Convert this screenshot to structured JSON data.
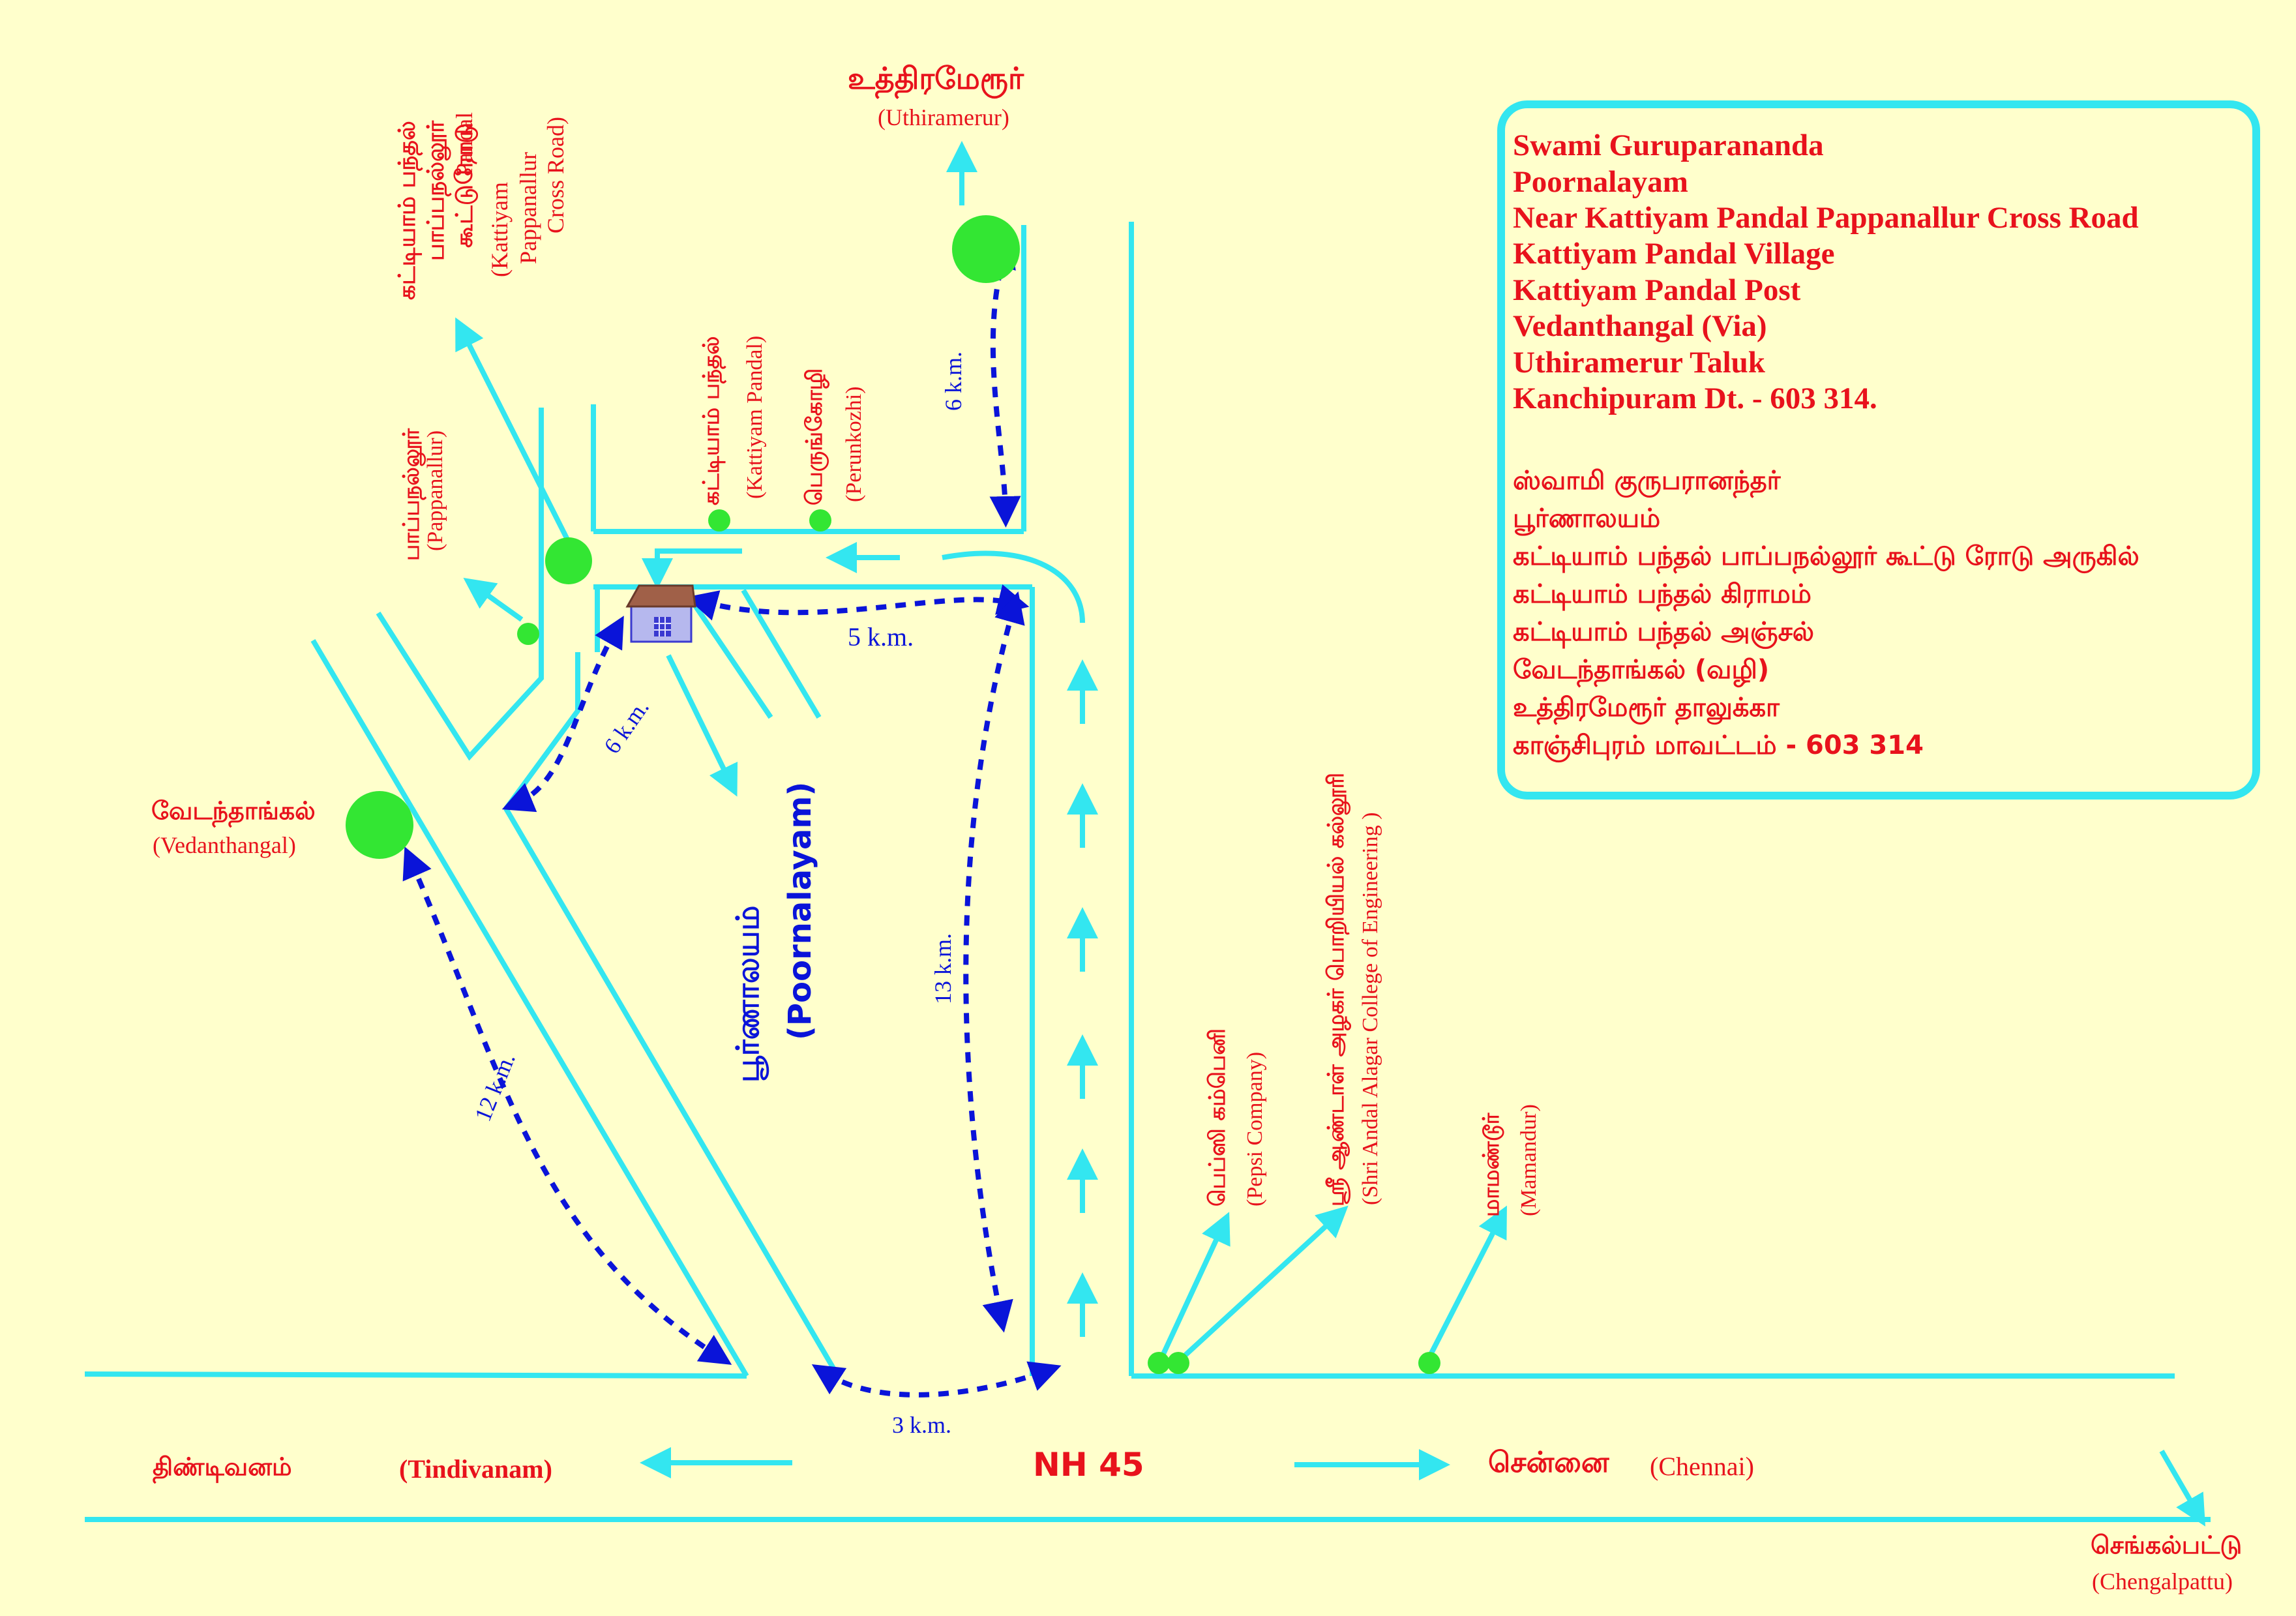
{
  "colors": {
    "road": "#33e6f0",
    "distance": "#0a14d9",
    "label": "#e8121c",
    "marker": "#33e633",
    "background": "#ffffcc"
  },
  "address_en": [
    "Swami Guruparananda",
    "Poornalayam",
    "Near Kattiyam Pandal Pappanallur Cross Road",
    "Kattiyam Pandal Village",
    "Kattiyam Pandal Post",
    "Vedanthangal (Via)",
    "Uthiramerur Taluk",
    "Kanchipuram Dt. - 603 314."
  ],
  "address_ta": [
    "ஸ்வாமி குருபரானந்தர்",
    "பூர்ணாலயம்",
    "கட்டியாம் பந்தல் பாப்பநல்லூர் கூட்டு ரோடு அருகில்",
    "கட்டியாம் பந்தல் கிராமம்",
    "கட்டியாம் பந்தல் அஞ்சல்",
    "வேடந்தாங்கல் (வழி)",
    "உத்திரமேரூர் தாலுக்கா",
    "காஞ்சிபுரம் மாவட்டம் - 603 314"
  ],
  "places": {
    "uthiramerur": {
      "ta": "உத்திரமேரூர்",
      "en": "(Uthiramerur)"
    },
    "cross_road": {
      "ta1": "கட்டியாம் பந்தல்",
      "ta2": "பாப்பநல்லூர்",
      "ta3": "கூட்டுரோடு",
      "en1": "Pandal",
      "en2": "(Kattiyam",
      "en3": "Pappanallur",
      "en4": "Cross Road)"
    },
    "kattiyam_pandal": {
      "ta": "கட்டியாம் பந்தல்",
      "en": "(Kattiyam Pandal)"
    },
    "perunkozhi": {
      "ta": "பெருங்கோழி",
      "en": "(Perunkozhi)"
    },
    "pappanallur": {
      "ta": "பாப்பநல்லூர்",
      "en": "(Pappanallur)"
    },
    "vedanthangal": {
      "ta": "வேடந்தாங்கல்",
      "en": "(Vedanthangal)"
    },
    "poornalayam": {
      "ta": "பூர்ணாலயம்",
      "en": "(Poornalayam)"
    },
    "pepsi": {
      "ta": "பெப்ஸி கம்பெனி",
      "en": "(Pepsi Company)"
    },
    "college": {
      "ta": "ஸ்ரீ ஆண்டாள் அழகர் பொறியியல் கல்லூரி",
      "en": "(Shri Andal Alagar College of Engineering )"
    },
    "mamandur": {
      "ta": "மாமண்டூர்",
      "en": "(Mamandur)"
    },
    "tindivanam": {
      "ta": "திண்டிவனம்",
      "en": "(Tindivanam)"
    },
    "chennai": {
      "ta": "சென்னை",
      "en": "(Chennai)"
    },
    "chengalpattu": {
      "ta": "செங்கல்பட்டு",
      "en": "(Chengalpattu)"
    }
  },
  "highway": "NH 45",
  "distances": {
    "uthiramerur": "6 k.m.",
    "cross": "5 k.m.",
    "vedanthangal_road": "6 k.m.",
    "nh45_to_poornalayam": "13 k.m.",
    "vedanthangal": "12 k.m.",
    "junction": "3 k.m."
  }
}
